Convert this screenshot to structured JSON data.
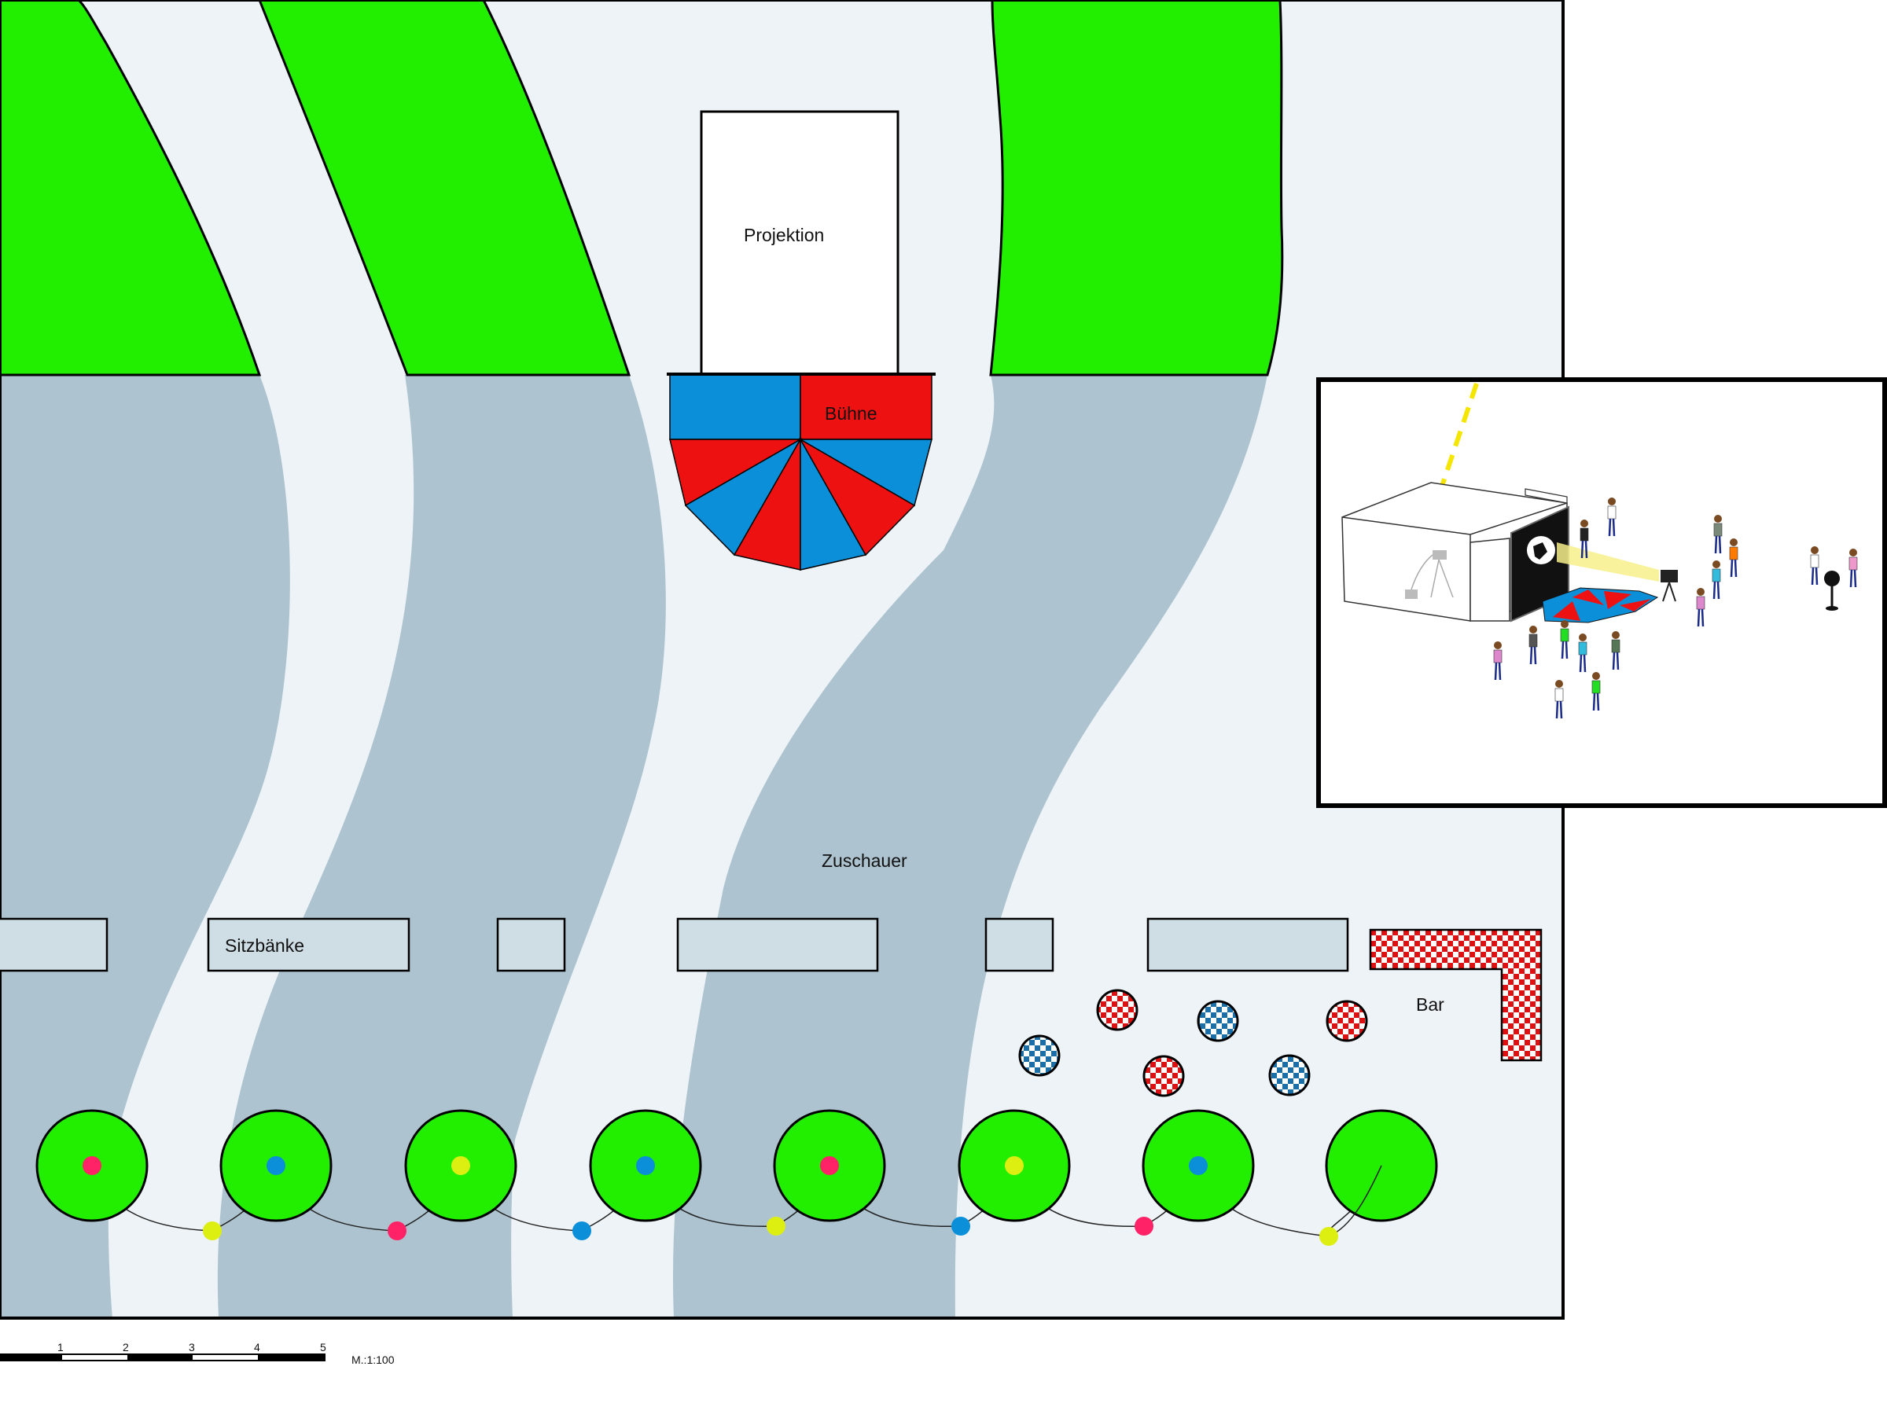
{
  "labels": {
    "projection": "Projektion",
    "stage": "Bühne",
    "audience": "Zuschauer",
    "benches": "Sitzbänke",
    "bar": "Bar"
  },
  "scale_bar": {
    "ticks": [
      "1",
      "2",
      "3",
      "4",
      "5"
    ],
    "ratio": "M.:1:100"
  },
  "colors": {
    "lawn": "#22ee00",
    "path_light": "#eef3f7",
    "path_blue": "#adc4d0",
    "bench": "#cfdde5",
    "stage_red": "#ee1111",
    "stage_blue": "#0a8fd8",
    "lantern_pink": "#ff2266",
    "lantern_blue": "#0a8fd8",
    "lantern_yellow": "#ddee11"
  },
  "tree_lantern_colors": [
    "pink",
    "blue",
    "yellow",
    "blue",
    "pink",
    "yellow",
    "blue",
    "none"
  ],
  "string_lantern_colors": [
    "yellow",
    "pink",
    "blue",
    "yellow",
    "blue",
    "pink",
    "yellow"
  ],
  "bar_tables": [
    "blue",
    "red",
    "red",
    "blue",
    "blue",
    "red"
  ]
}
